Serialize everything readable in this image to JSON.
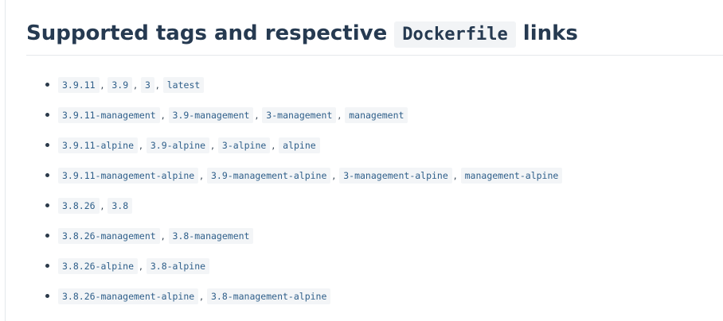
{
  "heading": {
    "prefix": "Supported tags and respective",
    "code": "Dockerfile",
    "suffix": "links"
  },
  "tag_groups": [
    [
      "3.9.11",
      "3.9",
      "3",
      "latest"
    ],
    [
      "3.9.11-management",
      "3.9-management",
      "3-management",
      "management"
    ],
    [
      "3.9.11-alpine",
      "3.9-alpine",
      "3-alpine",
      "alpine"
    ],
    [
      "3.9.11-management-alpine",
      "3.9-management-alpine",
      "3-management-alpine",
      "management-alpine"
    ],
    [
      "3.8.26",
      "3.8"
    ],
    [
      "3.8.26-management",
      "3.8-management"
    ],
    [
      "3.8.26-alpine",
      "3.8-alpine"
    ],
    [
      "3.8.26-management-alpine",
      "3.8-management-alpine"
    ]
  ],
  "separator": ","
}
